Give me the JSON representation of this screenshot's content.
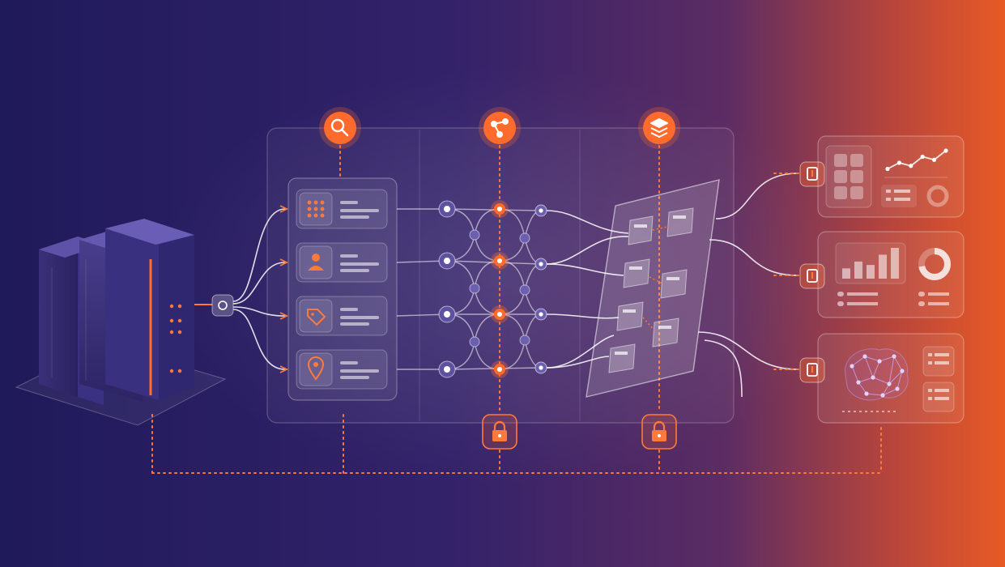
{
  "colors": {
    "background_left": "#221b5e",
    "background_mid": "#3b2565",
    "background_right": "#e2592a",
    "accent": "#ff6b2c",
    "node_neutral": "#8c7fc4"
  },
  "icons": {
    "top_stage_1": "search-icon",
    "top_stage_2": "network-icon",
    "top_stage_3": "layers-icon",
    "input_1": "grid-apps-icon",
    "input_2": "user-icon",
    "input_3": "tag-icon",
    "input_4": "location-pin-icon",
    "security_1": "lock-icon",
    "security_2": "lock-icon",
    "output_connector": "plug-icon",
    "output_3_visual": "neural-brain-icon"
  },
  "outputs": {
    "line_chart_values": [
      2,
      4,
      3,
      6,
      5,
      8
    ],
    "bar_chart_values": [
      3,
      5,
      4,
      7,
      9
    ],
    "donut_fraction": 0.72
  }
}
